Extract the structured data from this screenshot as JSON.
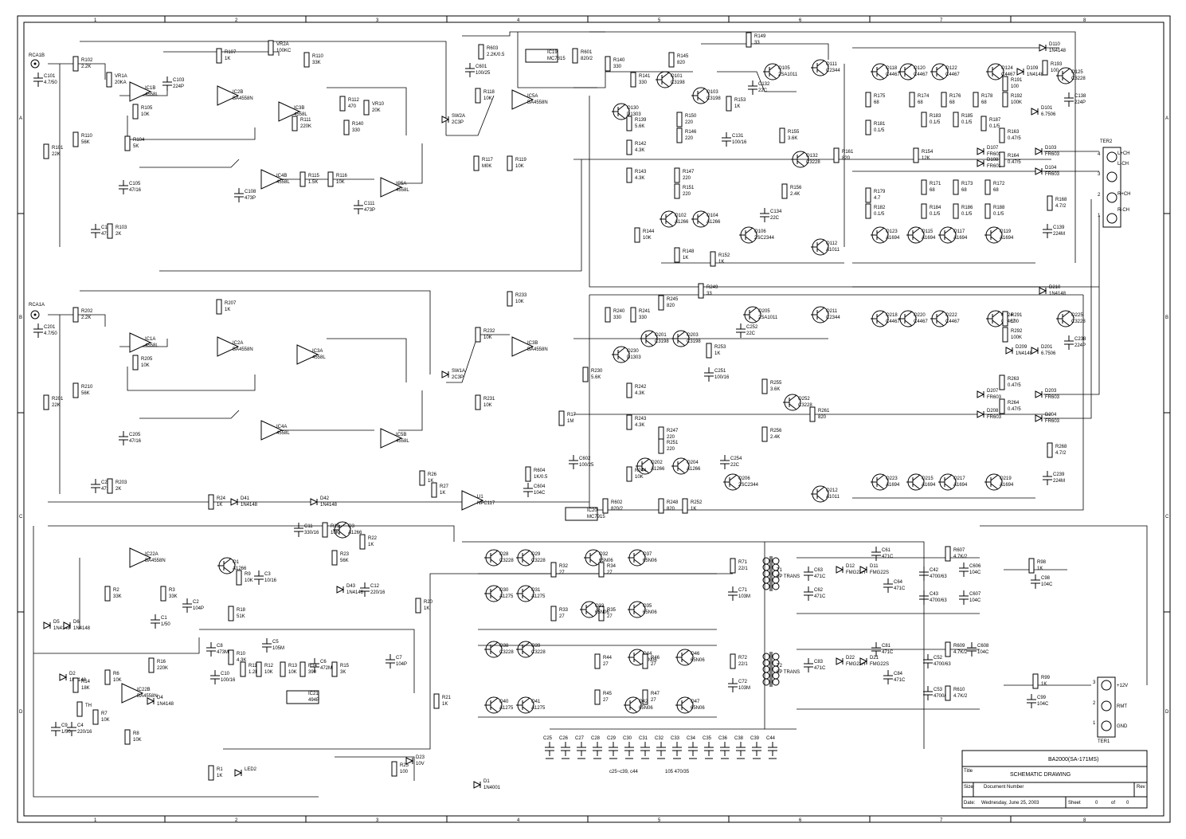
{
  "title_block": {
    "model": "BA2000(SA-171MS)",
    "title_label": "Title",
    "title": "SCHEMATIC DRAWING",
    "size_label": "Size",
    "document_label": "Document Number",
    "rev_label": "Rev",
    "date_label": "Date:",
    "date": "Wednesday, June 25, 2003",
    "sheet_label": "Sheet",
    "sheet": "0",
    "of_label": "of",
    "sheets_total": "0"
  },
  "border": {
    "columns": [
      "1",
      "2",
      "3",
      "4",
      "5",
      "6",
      "7",
      "8"
    ],
    "rows": [
      "A",
      "B",
      "C",
      "D"
    ]
  },
  "connectors": {
    "rca_b": "RCA1B",
    "rca_a": "RCA1A",
    "ter2": "TER2",
    "ter2_pins": [
      "4",
      "3",
      "2",
      "1"
    ],
    "ter2_labels": [
      "L+CH",
      "L-CH",
      "R+CH",
      "R-CH"
    ],
    "ter1": "TER1",
    "ter1_pins": [
      "3",
      "2",
      "1"
    ],
    "ter1_labels": [
      "+12V",
      "RMT",
      "GND"
    ]
  },
  "preamp_b": [
    {
      "ref": "C101",
      "val": "4.7/50"
    },
    {
      "ref": "R102",
      "val": "2.2K"
    },
    {
      "ref": "R101",
      "val": "22K"
    },
    {
      "ref": "R110",
      "val": "56K"
    },
    {
      "ref": "VR1A",
      "val": "20KA"
    },
    {
      "ref": "IC1B",
      "val": "4558L"
    },
    {
      "ref": "R105",
      "val": "10K"
    },
    {
      "ref": "C103",
      "val": "224P"
    },
    {
      "ref": "R104",
      "val": "5K"
    },
    {
      "ref": "C105",
      "val": "47/16"
    },
    {
      "ref": "C102",
      "val": "471C"
    },
    {
      "ref": "R103",
      "val": "2K"
    },
    {
      "ref": "R107",
      "val": "1K"
    },
    {
      "ref": "IC2B",
      "val": "BA4558N"
    },
    {
      "ref": "VR2A",
      "val": "100KC"
    },
    {
      "ref": "R110",
      "val": "33K"
    },
    {
      "ref": "IC3B",
      "val": "4558L"
    },
    {
      "ref": "R111",
      "val": "220K"
    },
    {
      "ref": "R112",
      "val": "470"
    },
    {
      "ref": "VR10",
      "val": "20K"
    },
    {
      "ref": "R140",
      "val": "330"
    },
    {
      "ref": "C108",
      "val": "473P"
    },
    {
      "ref": "IC4B",
      "val": "4558L"
    },
    {
      "ref": "R115",
      "val": "1.5K"
    },
    {
      "ref": "R116",
      "val": "10K"
    },
    {
      "ref": "C111",
      "val": "473P"
    },
    {
      "ref": "IC5A",
      "val": "4558L"
    },
    {
      "ref": "SW2A",
      "val": "2C3P"
    },
    {
      "ref": "R117",
      "val": "M0K"
    },
    {
      "ref": "R118",
      "val": "10K"
    },
    {
      "ref": "R119",
      "val": "10K"
    },
    {
      "ref": "R603",
      "val": "2.2K/0.5"
    },
    {
      "ref": "C601",
      "val": "100/25"
    },
    {
      "ref": "IC19",
      "val": "MC7815"
    },
    {
      "ref": "R601",
      "val": "820/2"
    },
    {
      "ref": "IC5A",
      "val": "BA4558N"
    }
  ],
  "preamp_a": [
    {
      "ref": "C201",
      "val": "4.7/50"
    },
    {
      "ref": "R202",
      "val": "2.2K"
    },
    {
      "ref": "R201",
      "val": "22K"
    },
    {
      "ref": "R210",
      "val": "56K"
    },
    {
      "ref": "IC1A",
      "val": "4558L"
    },
    {
      "ref": "R205",
      "val": "10K"
    },
    {
      "ref": "C205",
      "val": "47/16"
    },
    {
      "ref": "C202",
      "val": "471C"
    },
    {
      "ref": "R203",
      "val": "2K"
    },
    {
      "ref": "R207",
      "val": "1K"
    },
    {
      "ref": "IC2A",
      "val": "BA4558N"
    },
    {
      "ref": "IC3A",
      "val": "4558L"
    },
    {
      "ref": "IC4A",
      "val": "4558L"
    },
    {
      "ref": "IC5B",
      "val": "4558L"
    },
    {
      "ref": "SW1A",
      "val": "2C3P"
    },
    {
      "ref": "IC3B",
      "val": "BA4558N"
    },
    {
      "ref": "R231",
      "val": "10K"
    },
    {
      "ref": "R232",
      "val": "10K"
    },
    {
      "ref": "R233",
      "val": "10K"
    }
  ],
  "power_amp_b": [
    {
      "ref": "R140",
      "val": "330"
    },
    {
      "ref": "Q130",
      "val": "D1303"
    },
    {
      "ref": "R139",
      "val": "5.6K"
    },
    {
      "ref": "R141",
      "val": "330"
    },
    {
      "ref": "Q101",
      "val": "C3198"
    },
    {
      "ref": "Q103",
      "val": "C3198"
    },
    {
      "ref": "R145",
      "val": "820"
    },
    {
      "ref": "R150",
      "val": "220"
    },
    {
      "ref": "R146",
      "val": "220"
    },
    {
      "ref": "R142",
      "val": "4.3K"
    },
    {
      "ref": "R143",
      "val": "4.3K"
    },
    {
      "ref": "R147",
      "val": "220"
    },
    {
      "ref": "R151",
      "val": "220"
    },
    {
      "ref": "Q102",
      "val": "A1266"
    },
    {
      "ref": "Q104",
      "val": "A1266"
    },
    {
      "ref": "R144",
      "val": "10K"
    },
    {
      "ref": "R148",
      "val": "1K"
    },
    {
      "ref": "Q105",
      "val": "2SA1011"
    },
    {
      "ref": "C132",
      "val": "22C"
    },
    {
      "ref": "R149",
      "val": "33"
    },
    {
      "ref": "R153",
      "val": "1K"
    },
    {
      "ref": "C131",
      "val": "100/16"
    },
    {
      "ref": "Q106",
      "val": "2SC2344"
    },
    {
      "ref": "C134",
      "val": "22C"
    },
    {
      "ref": "R152",
      "val": "1K"
    },
    {
      "ref": "R155",
      "val": "3.6K"
    },
    {
      "ref": "Q132",
      "val": "C3228"
    },
    {
      "ref": "R156",
      "val": "2.4K"
    },
    {
      "ref": "Q111",
      "val": "C2344"
    },
    {
      "ref": "Q112",
      "val": "A1011"
    },
    {
      "ref": "R161",
      "val": "820"
    },
    {
      "ref": "R154",
      "val": "12K"
    }
  ],
  "output_b": [
    {
      "ref": "Q118",
      "val": "C4467"
    },
    {
      "ref": "Q120",
      "val": "C4467"
    },
    {
      "ref": "Q122",
      "val": "C4467"
    },
    {
      "ref": "Q124",
      "val": "C4467"
    },
    {
      "ref": "R175",
      "val": "68"
    },
    {
      "ref": "R174",
      "val": "68"
    },
    {
      "ref": "R176",
      "val": "68"
    },
    {
      "ref": "R178",
      "val": "68"
    },
    {
      "ref": "R181",
      "val": "0.1/5"
    },
    {
      "ref": "R183",
      "val": "0.1/5"
    },
    {
      "ref": "R185",
      "val": "0.1/5"
    },
    {
      "ref": "R187",
      "val": "0.1/5"
    },
    {
      "ref": "R191",
      "val": "100"
    },
    {
      "ref": "R192",
      "val": "100K"
    },
    {
      "ref": "D109",
      "val": "1N4148"
    },
    {
      "ref": "D110",
      "val": "1N4148"
    },
    {
      "ref": "R193",
      "val": "100"
    },
    {
      "ref": "Q125",
      "val": "C3228"
    },
    {
      "ref": "C138",
      "val": "224P"
    },
    {
      "ref": "D101",
      "val": "6.7506"
    },
    {
      "ref": "R163",
      "val": "0.47/5"
    },
    {
      "ref": "D107",
      "val": "FR603"
    },
    {
      "ref": "D108",
      "val": "FR603"
    },
    {
      "ref": "R164",
      "val": "0.47/5"
    },
    {
      "ref": "D103",
      "val": "FR603"
    },
    {
      "ref": "D104",
      "val": "FR603"
    },
    {
      "ref": "R168",
      "val": "4.7/2"
    },
    {
      "ref": "C139",
      "val": "224M"
    },
    {
      "ref": "R179",
      "val": "4.7"
    },
    {
      "ref": "R171",
      "val": "68"
    },
    {
      "ref": "R173",
      "val": "68"
    },
    {
      "ref": "R172",
      "val": "68"
    },
    {
      "ref": "R182",
      "val": "0.1/5"
    },
    {
      "ref": "R184",
      "val": "0.1/5"
    },
    {
      "ref": "R186",
      "val": "0.1/5"
    },
    {
      "ref": "R188",
      "val": "0.1/5"
    },
    {
      "ref": "Q123",
      "val": "A1694"
    },
    {
      "ref": "Q115",
      "val": "A1694"
    },
    {
      "ref": "Q117",
      "val": "A1694"
    },
    {
      "ref": "Q119",
      "val": "A1694"
    }
  ],
  "power_amp_a": [
    {
      "ref": "R240",
      "val": "330"
    },
    {
      "ref": "R241",
      "val": "330"
    },
    {
      "ref": "R245",
      "val": "820"
    },
    {
      "ref": "Q201",
      "val": "C3198"
    },
    {
      "ref": "Q203",
      "val": "C3198"
    },
    {
      "ref": "Q230",
      "val": "D1303"
    },
    {
      "ref": "R230",
      "val": "5.6K"
    },
    {
      "ref": "R242",
      "val": "4.3K"
    },
    {
      "ref": "R243",
      "val": "4.3K"
    },
    {
      "ref": "R247",
      "val": "220"
    },
    {
      "ref": "R251",
      "val": "220"
    },
    {
      "ref": "Q202",
      "val": "A1266"
    },
    {
      "ref": "Q204",
      "val": "A1266"
    },
    {
      "ref": "R244",
      "val": "10K"
    },
    {
      "ref": "R248",
      "val": "820"
    },
    {
      "ref": "Q205",
      "val": "2SA1011"
    },
    {
      "ref": "C252",
      "val": "22C"
    },
    {
      "ref": "R253",
      "val": "1K"
    },
    {
      "ref": "C251",
      "val": "100/16"
    },
    {
      "ref": "Q206",
      "val": "2SC2344"
    },
    {
      "ref": "C254",
      "val": "22C"
    },
    {
      "ref": "R252",
      "val": "1K"
    },
    {
      "ref": "R255",
      "val": "3.6K"
    },
    {
      "ref": "Q252",
      "val": "C3228"
    },
    {
      "ref": "R256",
      "val": "2.4K"
    },
    {
      "ref": "Q211",
      "val": "C2344"
    },
    {
      "ref": "Q212",
      "val": "A1011"
    },
    {
      "ref": "R261",
      "val": "820"
    },
    {
      "ref": "R249",
      "val": "33"
    }
  ],
  "output_a": [
    {
      "ref": "Q218",
      "val": "C4467"
    },
    {
      "ref": "Q220",
      "val": "C4467"
    },
    {
      "ref": "Q222",
      "val": "C4467"
    },
    {
      "ref": "Q224",
      "val": "C4467"
    },
    {
      "ref": "D210",
      "val": "1N4148"
    },
    {
      "ref": "R291",
      "val": "100"
    },
    {
      "ref": "R292",
      "val": "100K"
    },
    {
      "ref": "D209",
      "val": "1N4148"
    },
    {
      "ref": "Q225",
      "val": "C3228"
    },
    {
      "ref": "C238",
      "val": "224P"
    },
    {
      "ref": "D201",
      "val": "6.7506"
    },
    {
      "ref": "R263",
      "val": "0.47/5"
    },
    {
      "ref": "D207",
      "val": "FR603"
    },
    {
      "ref": "D208",
      "val": "FR603"
    },
    {
      "ref": "D203",
      "val": "FR603"
    },
    {
      "ref": "D204",
      "val": "FR603"
    },
    {
      "ref": "R264",
      "val": "0.47/5"
    },
    {
      "ref": "R268",
      "val": "4.7/2"
    },
    {
      "ref": "C239",
      "val": "224M"
    },
    {
      "ref": "Q223",
      "val": "A1694"
    },
    {
      "ref": "Q215",
      "val": "A1694"
    },
    {
      "ref": "Q217",
      "val": "A1694"
    },
    {
      "ref": "Q219",
      "val": "A1694"
    }
  ],
  "protection": [
    {
      "ref": "R24",
      "val": "1K"
    },
    {
      "ref": "D41",
      "val": "1N4148"
    },
    {
      "ref": "D42",
      "val": "1N4148"
    },
    {
      "ref": "Q3",
      "val": "A1266"
    },
    {
      "ref": "R19",
      "val": "10K"
    },
    {
      "ref": "R23",
      "val": "56K"
    },
    {
      "ref": "R22",
      "val": "1K"
    },
    {
      "ref": "C11",
      "val": "330/16"
    },
    {
      "ref": "D43",
      "val": "1N4148"
    },
    {
      "ref": "C12",
      "val": "220/16"
    },
    {
      "ref": "IC22A",
      "val": "BA4558N"
    },
    {
      "ref": "Q1",
      "val": "A1266"
    },
    {
      "ref": "R9",
      "val": "10K"
    },
    {
      "ref": "C3",
      "val": "10/16"
    },
    {
      "ref": "R2",
      "val": "33K"
    },
    {
      "ref": "R3",
      "val": "33K"
    },
    {
      "ref": "C2",
      "val": "104P"
    },
    {
      "ref": "C1",
      "val": "1/50"
    },
    {
      "ref": "D5",
      "val": "1N4148"
    },
    {
      "ref": "D6",
      "val": "1N4148"
    },
    {
      "ref": "R18",
      "val": "51K"
    },
    {
      "ref": "R20",
      "val": "1K"
    },
    {
      "ref": "R26",
      "val": "1K"
    },
    {
      "ref": "R27",
      "val": "1K"
    },
    {
      "ref": "U1",
      "val": "NPC117"
    }
  ],
  "pwm": [
    {
      "ref": "C8",
      "val": "473M"
    },
    {
      "ref": "R10",
      "val": "4.3K"
    },
    {
      "ref": "C10",
      "val": "100/16"
    },
    {
      "ref": "R11",
      "val": "1.2K"
    },
    {
      "ref": "C5",
      "val": "105M"
    },
    {
      "ref": "R12",
      "val": "10K"
    },
    {
      "ref": "R13",
      "val": "10K"
    },
    {
      "ref": "R14",
      "val": "390"
    },
    {
      "ref": "C6",
      "val": "472M"
    },
    {
      "ref": "R15",
      "val": "3K"
    },
    {
      "ref": "C7",
      "val": "104P"
    },
    {
      "ref": "IC21",
      "val": "494P"
    },
    {
      "ref": "D2",
      "val": "1N4148"
    },
    {
      "ref": "R14",
      "val": "18K"
    },
    {
      "ref": "R6",
      "val": "10K"
    },
    {
      "ref": "IC22B",
      "val": "BA4558N"
    },
    {
      "ref": "R16",
      "val": "220K"
    },
    {
      "ref": "D4",
      "val": "1N4148"
    },
    {
      "ref": "TH",
      "val": ""
    },
    {
      "ref": "R7",
      "val": "10K"
    },
    {
      "ref": "C4",
      "val": "220/16"
    },
    {
      "ref": "C9",
      "val": "1/50"
    },
    {
      "ref": "R8",
      "val": "10K"
    },
    {
      "ref": "R1",
      "val": "1K"
    },
    {
      "ref": "LED2",
      "val": ""
    },
    {
      "ref": "R25",
      "val": "100"
    },
    {
      "ref": "D23",
      "val": "10V"
    },
    {
      "ref": "D1",
      "val": "1N4001"
    },
    {
      "ref": "R21",
      "val": "1K"
    }
  ],
  "smps": [
    {
      "ref": "Q28",
      "val": "C3228"
    },
    {
      "ref": "Q29",
      "val": "C3228"
    },
    {
      "ref": "Q30",
      "val": "A1275"
    },
    {
      "ref": "Q31",
      "val": "A1275"
    },
    {
      "ref": "Q32",
      "val": "65N06"
    },
    {
      "ref": "Q37",
      "val": "65N06"
    },
    {
      "ref": "R32",
      "val": "27"
    },
    {
      "ref": "R34",
      "val": "27"
    },
    {
      "ref": "R33",
      "val": "27"
    },
    {
      "ref": "R35",
      "val": "27"
    },
    {
      "ref": "Q33",
      "val": "65N06"
    },
    {
      "ref": "Q35",
      "val": "65N06"
    },
    {
      "ref": "Q38",
      "val": "C3228"
    },
    {
      "ref": "Q39",
      "val": "C3228"
    },
    {
      "ref": "Q40",
      "val": "A1275"
    },
    {
      "ref": "Q41",
      "val": "A1275"
    },
    {
      "ref": "Q44",
      "val": "65N06"
    },
    {
      "ref": "Q46",
      "val": "65N06"
    },
    {
      "ref": "R44",
      "val": "27"
    },
    {
      "ref": "R46",
      "val": "27"
    },
    {
      "ref": "R45",
      "val": "27"
    },
    {
      "ref": "R47",
      "val": "27"
    },
    {
      "ref": "Q42",
      "val": "65N06"
    },
    {
      "ref": "Q47",
      "val": "65N06"
    },
    {
      "ref": "R71",
      "val": "22/1"
    },
    {
      "ref": "C71",
      "val": "103M"
    },
    {
      "ref": "R72",
      "val": "22/1"
    },
    {
      "ref": "C72",
      "val": "103M"
    },
    {
      "ref": "T1",
      "val": "6P TRANS"
    },
    {
      "ref": "T2",
      "val": "6P TRANS"
    },
    {
      "ref": "C63",
      "val": "471C"
    },
    {
      "ref": "C62",
      "val": "471C"
    },
    {
      "ref": "C61",
      "val": "471C"
    },
    {
      "ref": "D12",
      "val": "FMG22H"
    },
    {
      "ref": "D11",
      "val": "FMG22S"
    },
    {
      "ref": "C64",
      "val": "471C"
    },
    {
      "ref": "C42",
      "val": "4700/63"
    },
    {
      "ref": "C43",
      "val": "4700/63"
    },
    {
      "ref": "R607",
      "val": "4.7K/2"
    },
    {
      "ref": "C606",
      "val": "104C"
    },
    {
      "ref": "C607",
      "val": "104C"
    },
    {
      "ref": "C83",
      "val": "471C"
    },
    {
      "ref": "C81",
      "val": "471C"
    },
    {
      "ref": "D22",
      "val": "FMG22H"
    },
    {
      "ref": "D21",
      "val": "FMG22S"
    },
    {
      "ref": "C84",
      "val": "471C"
    },
    {
      "ref": "C52",
      "val": "4700/63"
    },
    {
      "ref": "C53",
      "val": "4700/63"
    },
    {
      "ref": "R609",
      "val": "4.7K/2"
    },
    {
      "ref": "R610",
      "val": "4.7K/2"
    },
    {
      "ref": "C608",
      "val": "104C"
    },
    {
      "ref": "R98",
      "val": "1K"
    },
    {
      "ref": "C98",
      "val": "104C"
    },
    {
      "ref": "R99",
      "val": "1K"
    },
    {
      "ref": "C99",
      "val": "104C"
    },
    {
      "ref": "C602",
      "val": "100/25"
    },
    {
      "ref": "R604",
      "val": "1K/0.5"
    },
    {
      "ref": "C604",
      "val": "104C"
    },
    {
      "ref": "IC20",
      "val": "MC7915"
    },
    {
      "ref": "R602",
      "val": "820/2"
    },
    {
      "ref": "R17",
      "val": "1M"
    }
  ],
  "filter_caps": {
    "refs": [
      "C25",
      "C26",
      "C27",
      "C28",
      "C29",
      "C30",
      "C31",
      "C32",
      "C33",
      "C34",
      "C35",
      "C36",
      "C38",
      "C39",
      "C44"
    ],
    "note_1": "c25~c39, c44",
    "note_2": "105 470/35"
  }
}
